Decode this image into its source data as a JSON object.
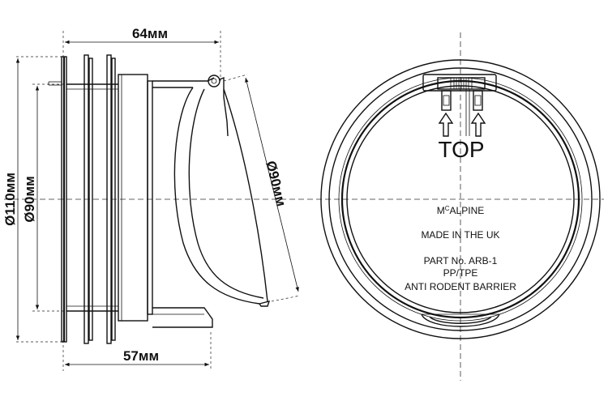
{
  "side_view": {
    "dim_top": "64мм",
    "dim_bottom": "57мм",
    "dim_outer_dia": "Ø110мм",
    "dim_inner_dia": "Ø90мм",
    "dim_flap_dia": "Ø90мм"
  },
  "front_view": {
    "top_label": "TOP",
    "brand_prefix": "M",
    "brand_sup": "C",
    "brand_suffix": "ALPINE",
    "line_origin": "MADE IN THE UK",
    "line_part": "PART No. ARB-1",
    "line_material": "PP/TPE",
    "line_name": "ANTI RODENT BARRIER"
  }
}
